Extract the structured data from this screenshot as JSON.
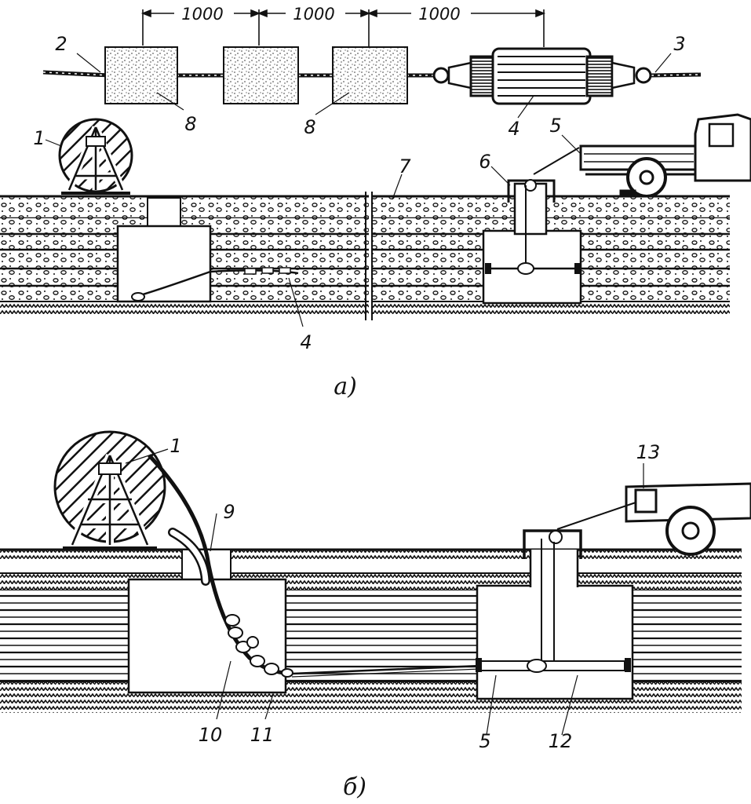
{
  "diagram_a": {
    "caption": "а)",
    "dimensions": [
      "1000",
      "1000",
      "1000"
    ],
    "labels": {
      "reel": "1",
      "rope_left": "2",
      "rope_right": "3",
      "brush": "4",
      "rope_winch": "5",
      "block_frame": "6",
      "pipe_channel": "7",
      "cylinder_left": "8",
      "cylinder_mid": "8",
      "brush_lower": "4"
    }
  },
  "diagram_b": {
    "caption": "б)",
    "labels": {
      "reel": "1",
      "guide": "9",
      "cable": "10",
      "cable_head": "11",
      "rope": "5",
      "swivel": "12",
      "winch": "13"
    }
  },
  "colors": {
    "ink": "#111111",
    "paper": "#ffffff"
  }
}
